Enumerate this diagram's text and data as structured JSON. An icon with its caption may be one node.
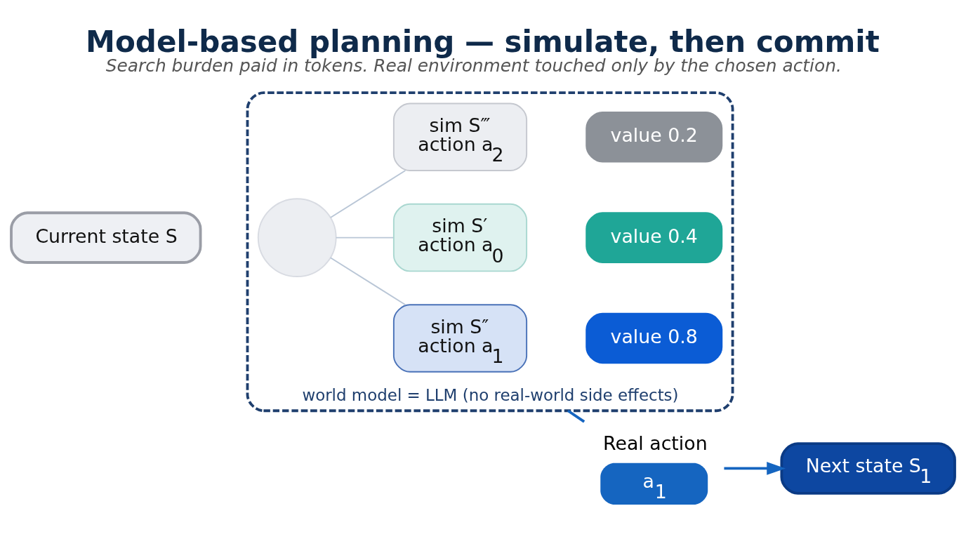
{
  "diagram": {
    "title": "Model-based planning — simulate, then commit",
    "caption": "Search burden paid in tokens. Real environment touched only by the chosen action.",
    "nodes": [
      {
        "text": [
          "Current state S"
        ]
      },
      {
        "text": [
          "world model = LLM (no real-world side effects)"
        ]
      },
      {
        "text": [],
        "shape": "circle",
        "in": 1
      },
      {
        "text": [
          "sim S′",
          "action a$_{0}$"
        ],
        "in": 1
      },
      {
        "text": [
          "value 0.4"
        ],
        "in": 1
      },
      {
        "text": [
          "sim S″",
          "action a$_{1}$"
        ],
        "in": 1
      },
      {
        "text": [
          "value 0.8"
        ],
        "in": 1
      },
      {
        "text": [
          "sim S‴",
          "action a$_{2}$"
        ],
        "in": 1
      },
      {
        "text": [
          "value 0.2"
        ],
        "in": 1
      },
      {
        "text": [
          "a$_{1}$"
        ],
        "beside": [
          "Real action"
        ]
      },
      {
        "text": [
          "Next state S$_{1}$"
        ]
      }
    ],
    "edges": [
      {
        "from": 2,
        "to": 3,
        "arrow": "none"
      },
      {
        "from": 2,
        "to": 5,
        "arrow": "none"
      },
      {
        "from": 2,
        "to": 7,
        "arrow": "none"
      },
      {
        "from": 1,
        "to": 9,
        "arrow": "none",
        "color": "#1565c0"
      },
      {
        "from": 9,
        "to": 10,
        "arrow": "to",
        "color": "#1565c0"
      }
    ]
  }
}
